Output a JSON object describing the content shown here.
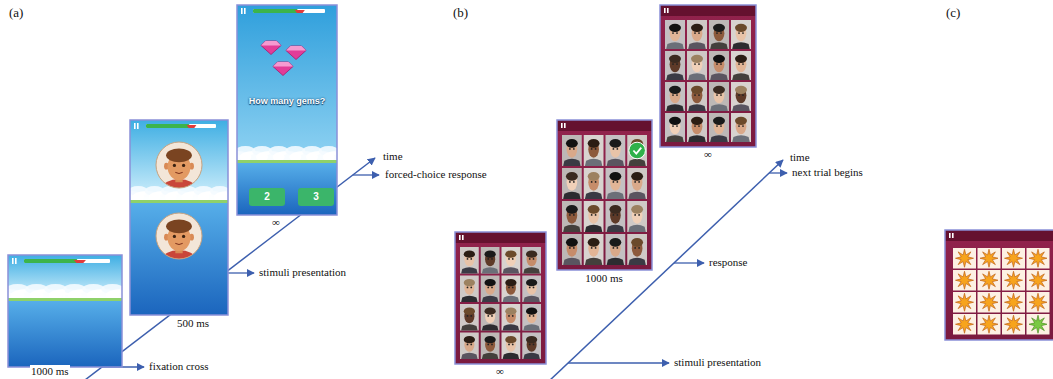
{
  "diagram": {
    "nodes": [
      {
        "text": [
          "How many gems?"
        ]
      },
      {
        "text": [
          "2"
        ],
        "in": 0
      },
      {
        "text": [
          "3"
        ],
        "in": 0
      }
    ],
    "labels": [
      "(a)",
      "1000 ms",
      "fixation cross",
      "500 ms",
      "stimuli presentation",
      "∞",
      "forced-choice response",
      "time",
      "(b)",
      "∞",
      "stimuli presentation",
      "1000 ms",
      "response",
      "∞",
      "next trial begins",
      "time",
      "(c)"
    ]
  }
}
